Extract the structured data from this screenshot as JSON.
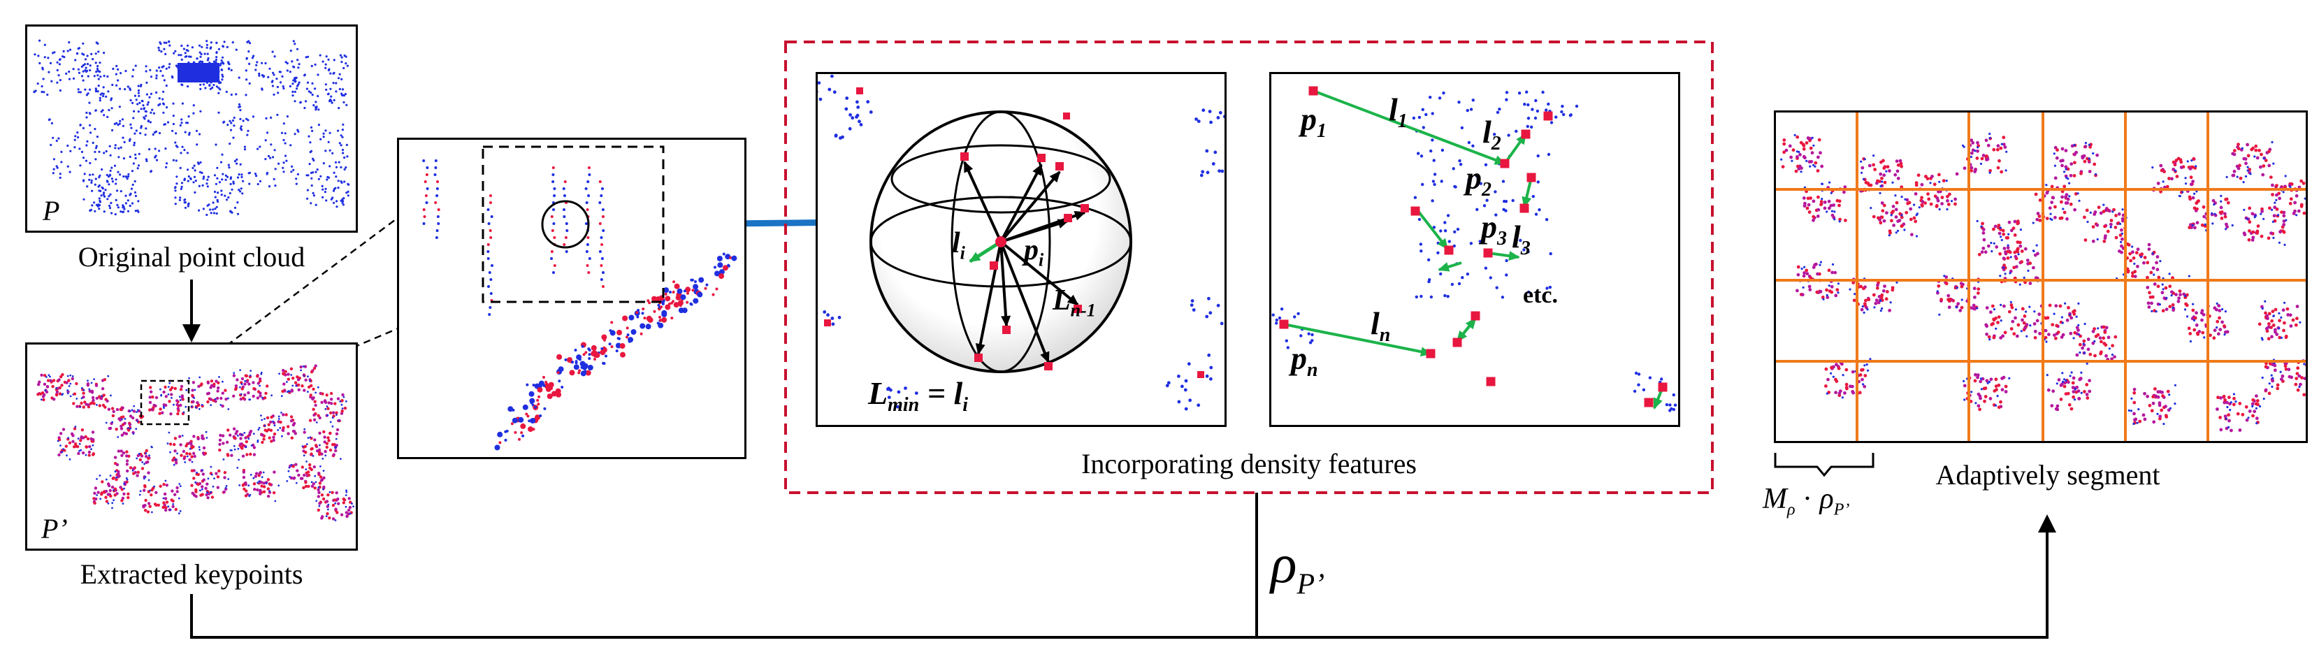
{
  "captions": {
    "original": "Original point cloud",
    "extracted": "Extracted keypoints",
    "density": "Incorporating density features",
    "segment": "Adaptively segment"
  },
  "labels": {
    "P": "P",
    "P_prime": "P’",
    "rho_symbol": "ρ",
    "rho_sub": "P’",
    "M": "M",
    "M_sub": "ρ",
    "dot": "·",
    "rho2": "ρ",
    "rho2_sub": "P’",
    "sphere_li": "l",
    "sphere_li_sub": "i",
    "sphere_pi": "p",
    "sphere_pi_sub": "i",
    "sphere_L": "L",
    "sphere_L_sub": "n-1",
    "lmin_L": "L",
    "lmin_sub": "min",
    "lmin_eq": " = ",
    "lmin_l": "l",
    "lmin_l_sub": "i",
    "p1": "p",
    "p1_sub": "1",
    "l1": "l",
    "l1_sub": "1",
    "l2": "l",
    "l2_sub": "2",
    "p2": "p",
    "p2_sub": "2",
    "p3": "p",
    "p3_sub": "3",
    "l3": "l",
    "l3_sub": "3",
    "etc": "etc.",
    "ln": "l",
    "ln_sub": "n",
    "pn": "p",
    "pn_sub": "n"
  },
  "colors": {
    "blue_points": "#1f2fe0",
    "red_points": "#e8173f",
    "magenta_points": "#b5179e",
    "green_arrows": "#1bb34a",
    "blue_arrow": "#1a73c4",
    "dashed_red_box": "#c8102e",
    "grid_orange": "#f07a1a"
  }
}
